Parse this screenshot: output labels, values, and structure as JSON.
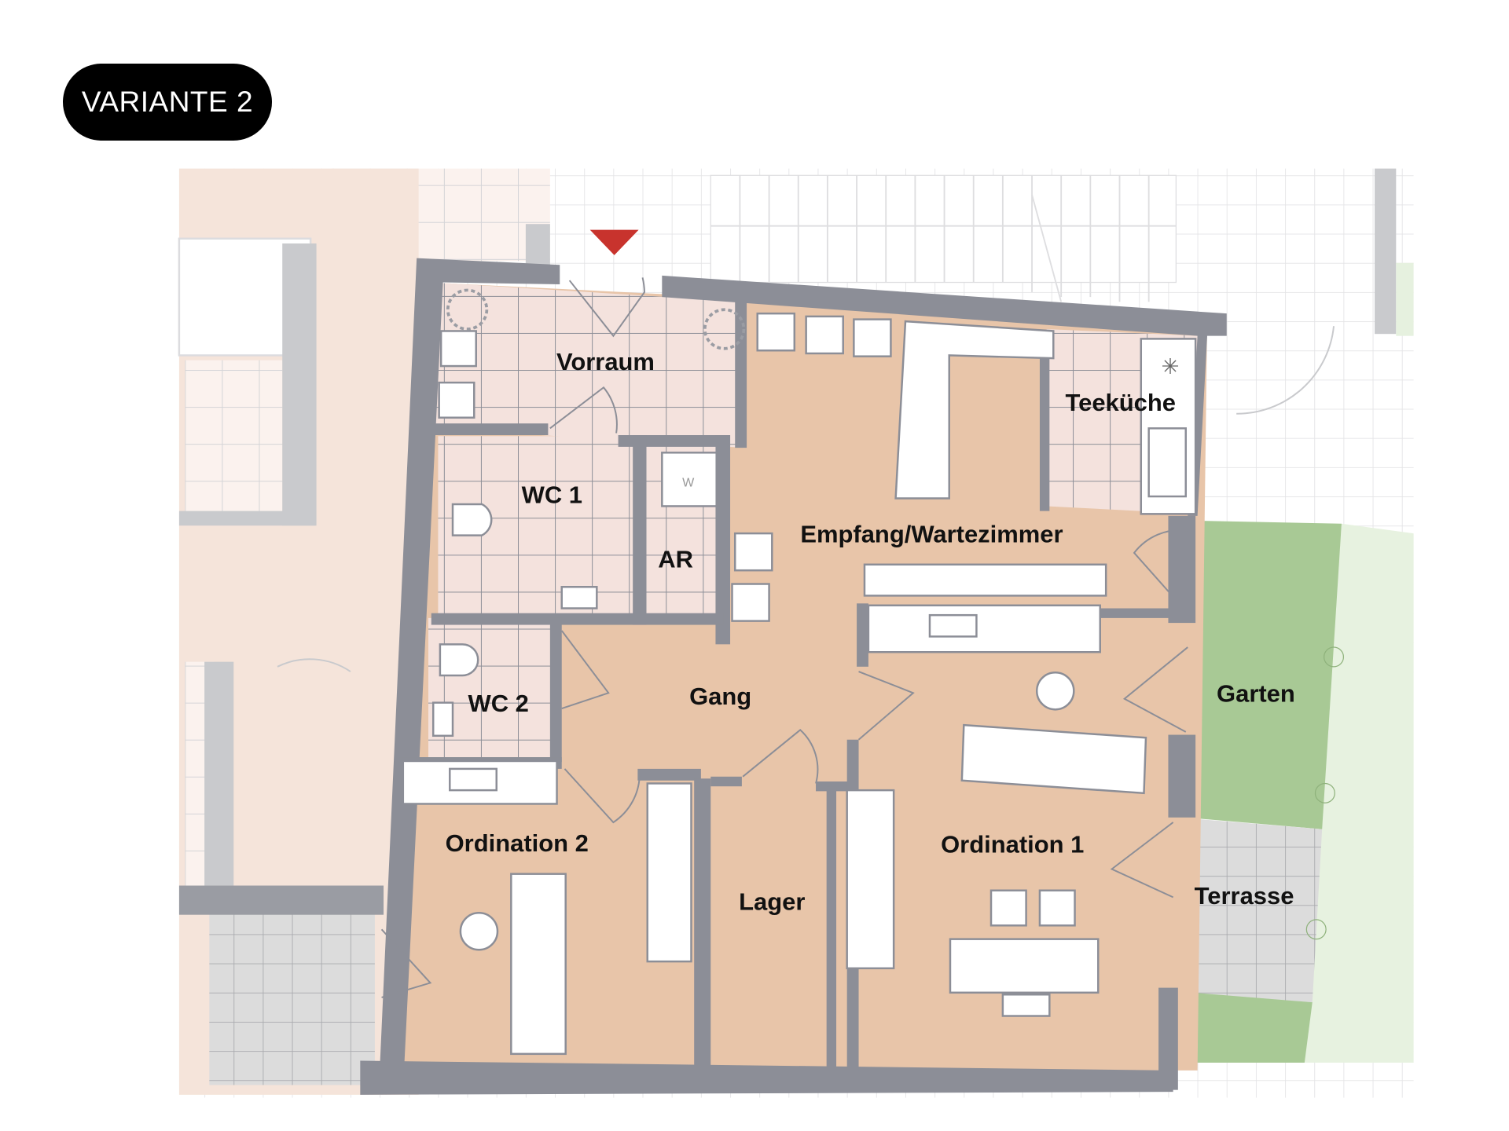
{
  "badge": {
    "label": "VARIANTE 2"
  },
  "rooms": {
    "vorraum": "Vorraum",
    "teekueche": "Teeküche",
    "wc1": "WC 1",
    "ar": "AR",
    "empfang": "Empfang/Wartezimmer",
    "gang": "Gang",
    "wc2": "WC 2",
    "ordination2": "Ordination 2",
    "lager": "Lager",
    "ordination1": "Ordination 1",
    "garten": "Garten",
    "terrasse": "Terrasse"
  },
  "fixtures": {
    "washer_label": "W"
  },
  "colors": {
    "room": "#e8c5a9",
    "wet_room": "#f4e2dd",
    "wall": "#8c8e97",
    "garden": "#a8c995",
    "terrace": "#dcdcdc",
    "entrance_marker": "#c8332d"
  }
}
